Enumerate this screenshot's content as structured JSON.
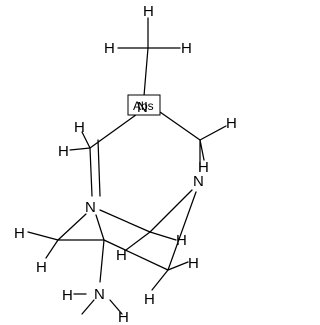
{
  "molecule": {
    "atoms": {
      "n_top": "N",
      "n_left": "N",
      "n_right": "N",
      "nh2_n": "N",
      "nh2_h1": "H",
      "nh2_h2": "H",
      "h_labels": [
        "H",
        "H",
        "H",
        "H",
        "H",
        "H",
        "H",
        "H",
        "H",
        "H",
        "H",
        "H",
        "H"
      ]
    },
    "stereo_flag": "Abs"
  }
}
